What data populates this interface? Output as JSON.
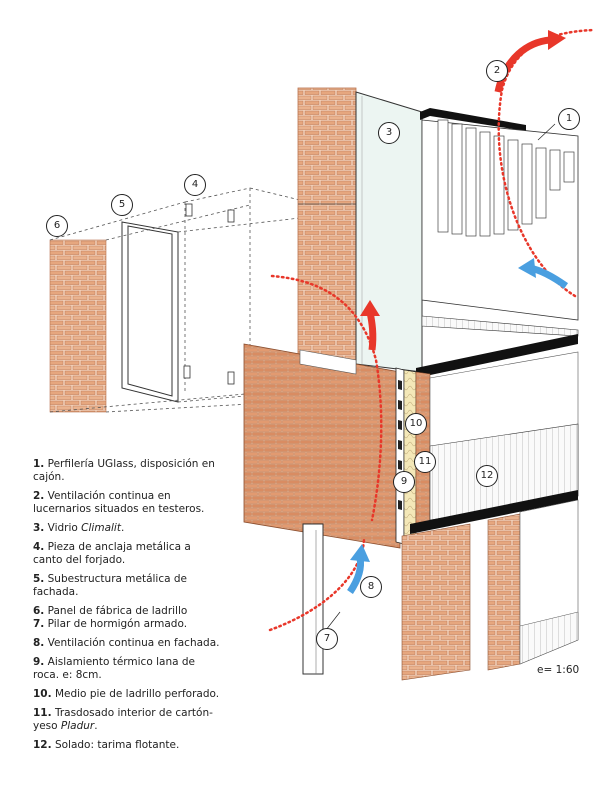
{
  "callouts": {
    "c1": "1",
    "c2": "2",
    "c3": "3",
    "c4": "4",
    "c5": "5",
    "c6": "6",
    "c7": "7",
    "c8": "8",
    "c9": "9",
    "c10": "10",
    "c11": "11",
    "c12": "12"
  },
  "legend": [
    {
      "num": "1.",
      "text": "Perfilería UGlass, disposición en cajón."
    },
    {
      "num": "2.",
      "text": "Ventilación continua en lucernarios situados en testeros."
    },
    {
      "num": "3.",
      "text": "Vidrio ",
      "em": "Climalit",
      "after": "."
    },
    {
      "num": "4.",
      "text": "Pieza de anclaja metálica a canto del forjado."
    },
    {
      "num": "5.",
      "text": "Subestructura metálica de fachada."
    },
    {
      "num": "6.",
      "text": "Panel de fábrica de ladrillo"
    },
    {
      "num": "7.",
      "text": "Pilar de hormigón armado."
    },
    {
      "num": "8.",
      "text": "Ventilación continua en fachada."
    },
    {
      "num": "9.",
      "text": "Aislamiento térmico lana de roca. e: 8cm."
    },
    {
      "num": "10.",
      "text": "Medio pie de ladrillo perforado."
    },
    {
      "num": "11.",
      "text": "Trasdosado interior de cartón-yeso ",
      "em": "Pladur",
      "after": "."
    },
    {
      "num": "12.",
      "text": "Solado: tarima flotante."
    }
  ],
  "scale": "e= 1:60",
  "colors": {
    "brick": "#e6a77f",
    "brick_dark": "#c97a52",
    "warm_arrow": "#e8372a",
    "cool_arrow": "#4a9fe0",
    "insulation": "#f4e8b8"
  }
}
